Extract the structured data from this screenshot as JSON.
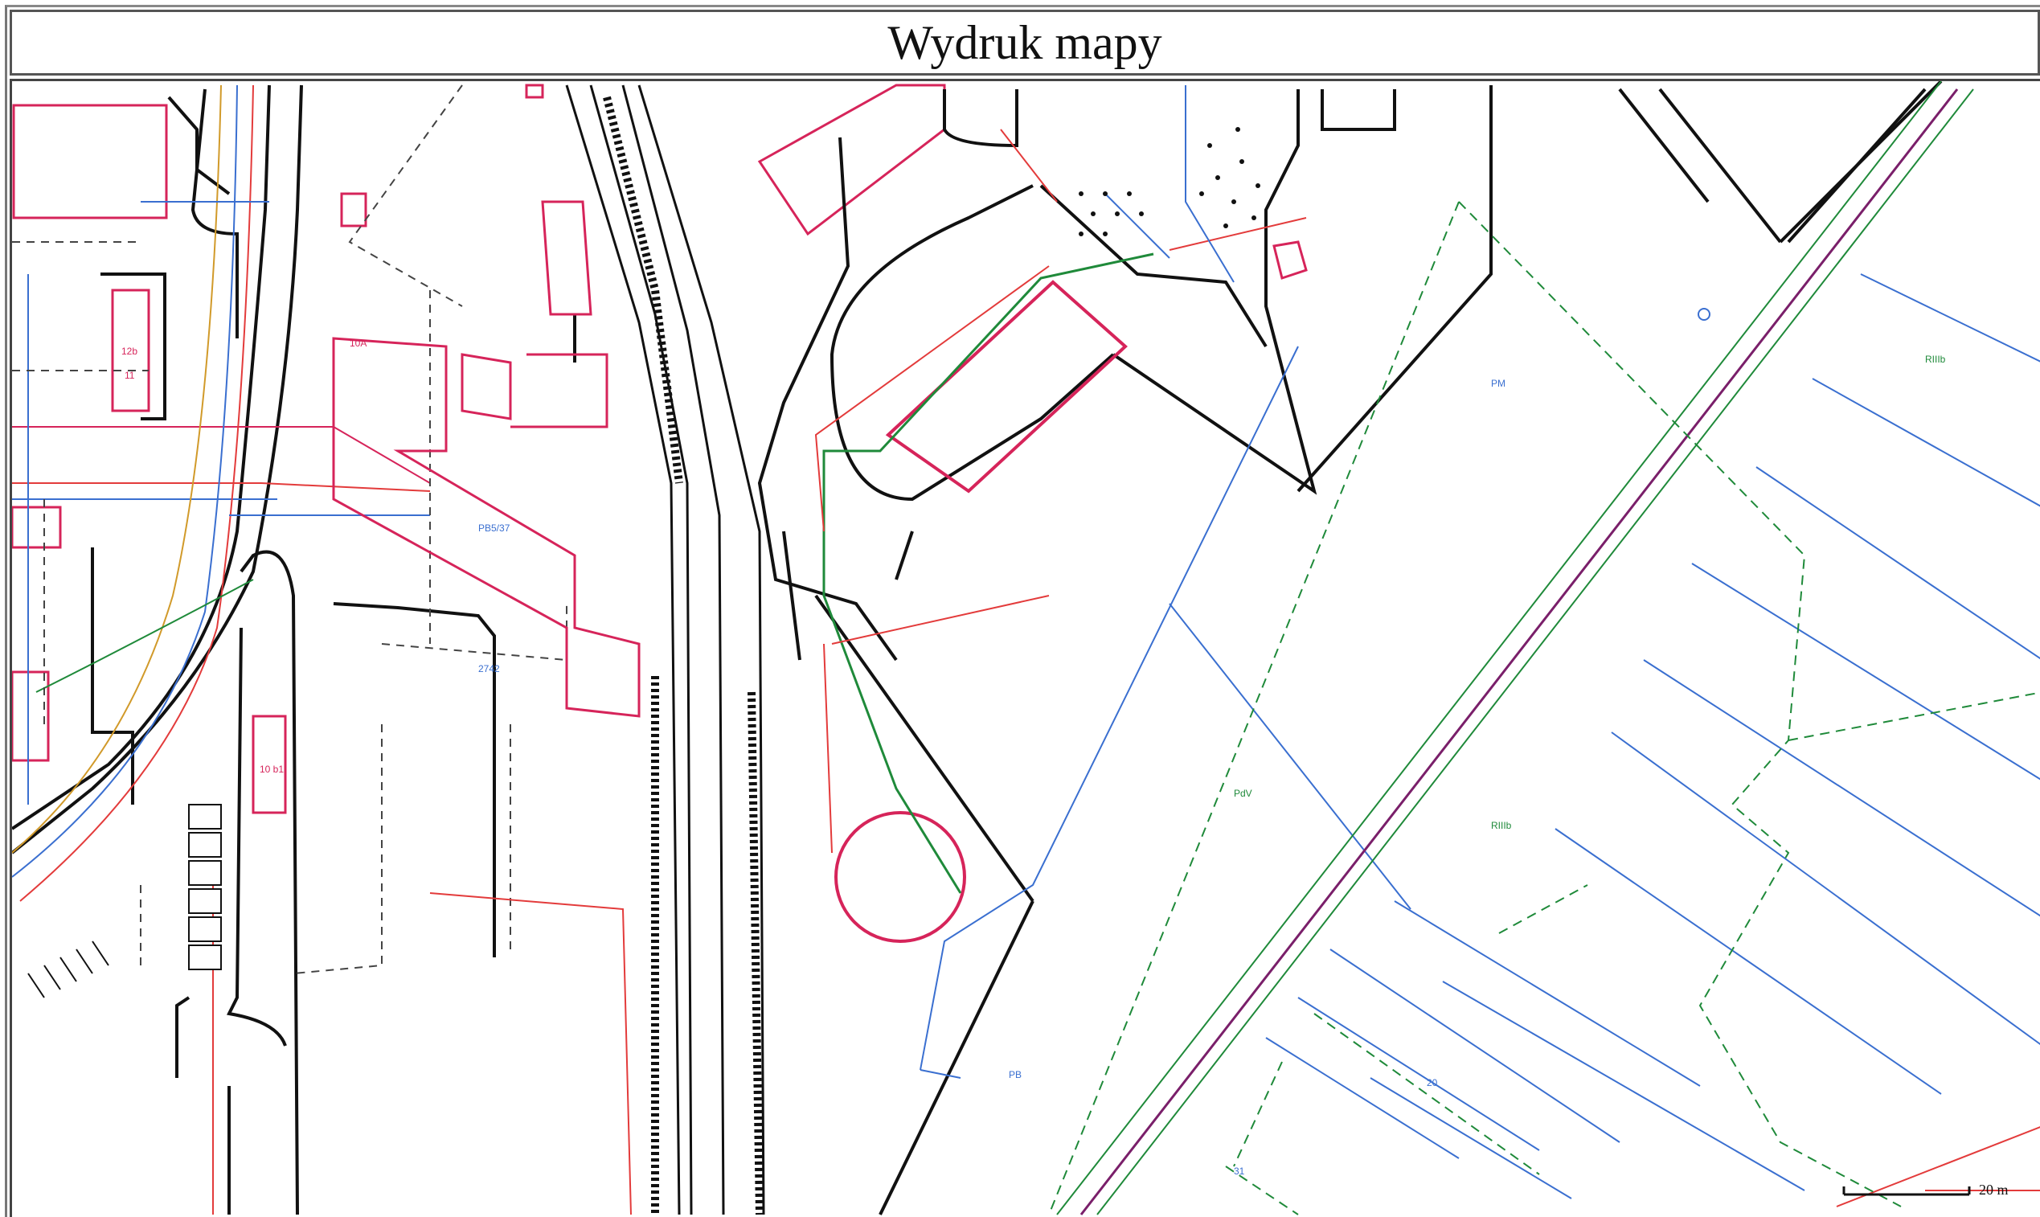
{
  "title": "Wydruk mapy",
  "scale": {
    "label": "20 m"
  },
  "colors": {
    "boundary": "#111111",
    "building": "#d6245a",
    "parcel": "#3a6fd0",
    "sewer": "#e33b3b",
    "gas": "#1f8a3a",
    "rail": "#7a1f6a",
    "dashed": "#444444"
  },
  "labels": {
    "building_12b": "12b",
    "building_11": "11",
    "building_10a": "10A",
    "building_10b": "10 b1",
    "parcel_2742": "2742",
    "parcel_pb": "PB5/37",
    "area_p1": "PM",
    "area_p2": "PdV",
    "area_p3": "PB",
    "area_rb1": "RIIIb",
    "area_rb2": "RIIIb",
    "num_20": "20",
    "num_31": "31"
  }
}
